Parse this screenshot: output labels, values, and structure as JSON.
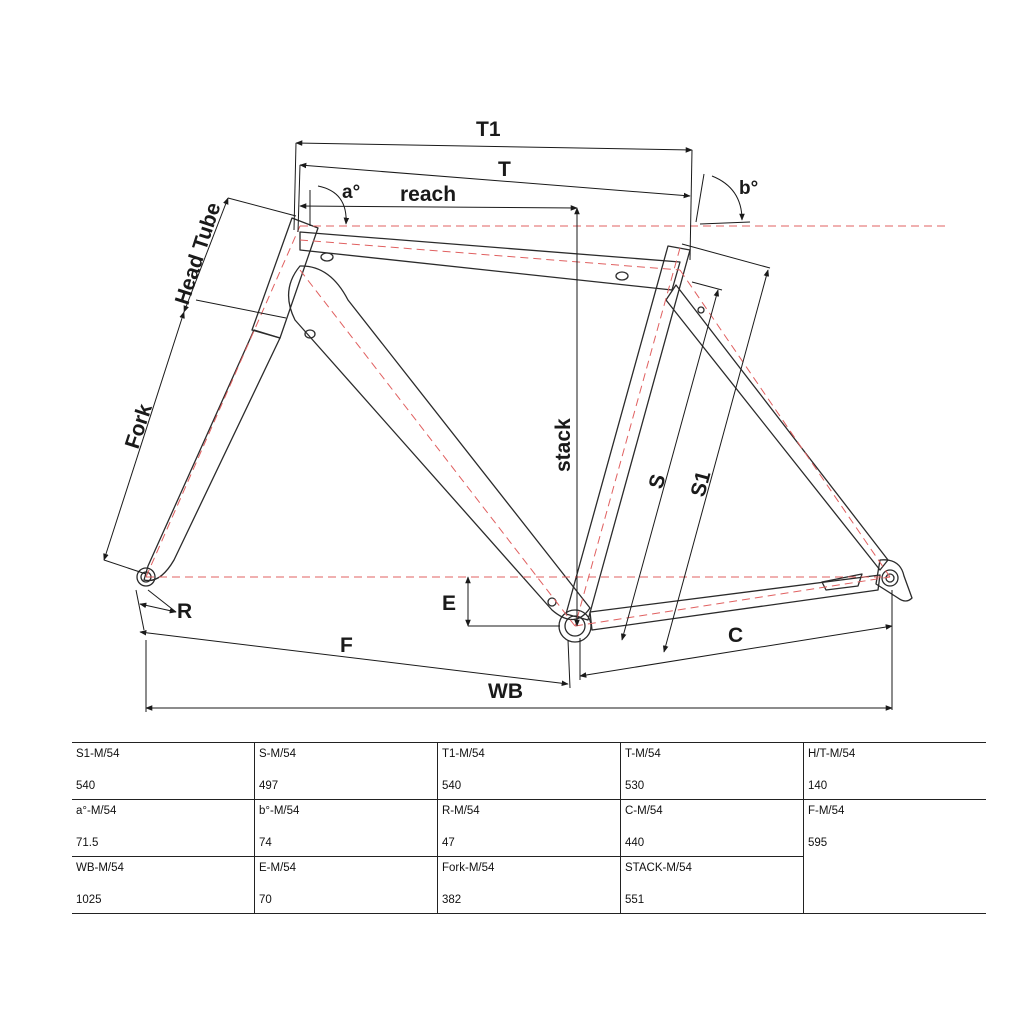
{
  "diagram": {
    "labels": {
      "t1": "T1",
      "t": "T",
      "reach": "reach",
      "a_angle": "a°",
      "b_angle": "b°",
      "head_tube": "Head Tube",
      "fork": "Fork",
      "stack": "stack",
      "s": "S",
      "s1": "S1",
      "e": "E",
      "r": "R",
      "f": "F",
      "c": "C",
      "wb": "WB"
    },
    "colors": {
      "frame_line": "#2b2b2b",
      "center_line": "#e06060",
      "dimension_line": "#1a1a1a"
    }
  },
  "table": {
    "rows": [
      [
        {
          "label": "S1-M/54",
          "value": "540"
        },
        {
          "label": "S-M/54",
          "value": "497"
        },
        {
          "label": "T1-M/54",
          "value": "540"
        },
        {
          "label": "T-M/54",
          "value": "530"
        },
        {
          "label": "H/T-M/54",
          "value": "140"
        }
      ],
      [
        {
          "label": "a°-M/54",
          "value": "71.5"
        },
        {
          "label": "b°-M/54",
          "value": "74"
        },
        {
          "label": "R-M/54",
          "value": "47"
        },
        {
          "label": "C-M/54",
          "value": "440"
        },
        {
          "label": "F-M/54",
          "value": "595"
        }
      ],
      [
        {
          "label": "WB-M/54",
          "value": "1025"
        },
        {
          "label": "E-M/54",
          "value": "70"
        },
        {
          "label": "Fork-M/54",
          "value": "382"
        },
        {
          "label": "STACK-M/54",
          "value": "551"
        }
      ]
    ]
  }
}
